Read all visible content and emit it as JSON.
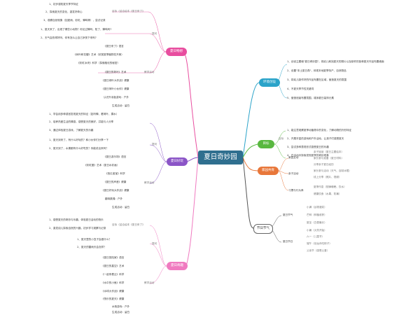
{
  "center": "夏日奇妙园",
  "branches": {
    "b1": "夏日畅想",
    "b2": "环境创设",
    "b3": "目标",
    "b4": "家园共育",
    "b5": "夏日好玩",
    "b6": "节日节气",
    "b7": "夏日奇趣"
  },
  "colors": {
    "b1": "#e84d9f",
    "b2": "#2aa3c9",
    "b3": "#58b83f",
    "b4": "#e8773a",
    "b5": "#8b55c7",
    "b6": "#555555",
    "b7": "#f07ac0"
  },
  "b1": {
    "goal_label": "目标（结合绘本《夏日来了》",
    "goals": [
      "1、初步感知夏天季节特征",
      "2、探索夏天的变化，激发好奇心",
      "3、观察自然现象（如夏雨、彩虹、蝉鸣等），尝试记录"
    ],
    "q_label": "提问",
    "questions": [
      "1、夏天来了，出现了哪些小动物？你见过蝉吗，知了，蝉鸣吗?",
      "2、天气会热得好吗，你有怎么让自己凉快下来吗?"
    ],
    "act_label": "教学活动",
    "acts": [
      "《夏日来了》语言",
      "《树叶和花瓣》艺术（欣赏夏季植物花卉美）",
      "《彩虹冰块》科学（探索融化的秘密）",
      "《夏日的荷叶》艺术",
      "《夏日绿叶大作战》健康",
      "《夏日荷叶小伙伴》健康",
      "认识升羽板游戏：户外",
      "生成活动：留白"
    ]
  },
  "b2": [
    "1、创设主题墙\"夏日奇妙园\"，将幼儿和找夏天的照片以及制作的各种夏天作品布置墙面",
    "2、设置\"本土夏日角\"，体现本地夏季特产、自然物品",
    "3、将幼儿制作好的作品布置在区域，营造夏天的氛围",
    "4、不夏天季节性关键词",
    "5、营造班级布置氛围，增添夏日装饰元素"
  ],
  "b3": {
    "label": "目标",
    "items": [
      "1、能注意观察夏季动植物中的变化，了解动物的外形特征",
      "2、开展丰富的游戏和户外活动，让孩子们感受夏天",
      "3、尝试多种表现形式感受夏日的乐趣",
      "4、在活动中探索发现夏季的奇妙现象"
    ]
  },
  "b4": {
    "g1_label": "家园互动",
    "g1": [
      "亲子阅读（夏日主题绘本）",
      "家长参与准备（夏日材料）",
      "分享亲子夏日经历"
    ],
    "g2_label": "亲子活动",
    "g2": [
      "家长参与活动（天气、自制冰棍）",
      "线上分享（照片、视频）"
    ],
    "g3_label": "习惯与行为养",
    "g3": [
      "夏季作息（规律睡眠、饮水）",
      "健康饮食（水果、防暑）"
    ]
  },
  "b5": {
    "goals": [
      "1、学会用多种感官发现夏天的特征（如听蝉、看荷叶、摸水）",
      "2、培养热爱生活的情感，感受夏天的美好，并能与人分享",
      "3、通过体验夏日游戏，了解夏天的乐趣"
    ],
    "q_label": "提问",
    "questions": [
      "1、夏天到来了，有什么好玩的？和小伙伴们分享一下",
      "2、夏天到了，水果都有什么好吃的？你能说出来吗？"
    ],
    "act_label": "教学活动",
    "acts": [
      "《夏日游乐场》语言",
      "《彩虹圈》艺术（夏日水彩画）",
      "《西瓜宝宝》科学",
      "《夏日的声音》健康",
      "《夏日好玩大作战》健康",
      "趣味跳绳：户外",
      "生成活动：留白"
    ]
  },
  "b6": {
    "g1_label": "夏日节气",
    "g1": [
      "小满（谷物灌浆）",
      "芒种（种植收获）",
      "夏至（白昼最长）",
      "小暑（炎热开始）"
    ],
    "g2_label": "夏日节日",
    "g2": [
      "六一（儿童节）",
      "端午（划龙舟吃粽子）",
      "父亲节（感恩父爱）"
    ]
  },
  "b7": {
    "goals": [
      "1、感受夏天的奇妙与乐趣，体验夏日活动的快乐",
      "2、激发幼儿探索自然的兴趣，初步学习观察与记录"
    ],
    "goal_label": "目标（结合绘本《夏日来了》",
    "q_label": "提问",
    "questions": [
      "1、夏天里的小虫子会做什么？",
      "2、夏天的雷雨天会怎样？"
    ],
    "act_label": "教学活动",
    "acts": [
      "《夏日探险家》语言",
      "《夏日的星空》艺术",
      "《一起来看云》科学",
      "《水中的小鱼》科学",
      "《水球大作战》健康",
      "《快乐的夏天》健康",
      "水枪游戏：户外",
      "生成活动：留白"
    ]
  }
}
